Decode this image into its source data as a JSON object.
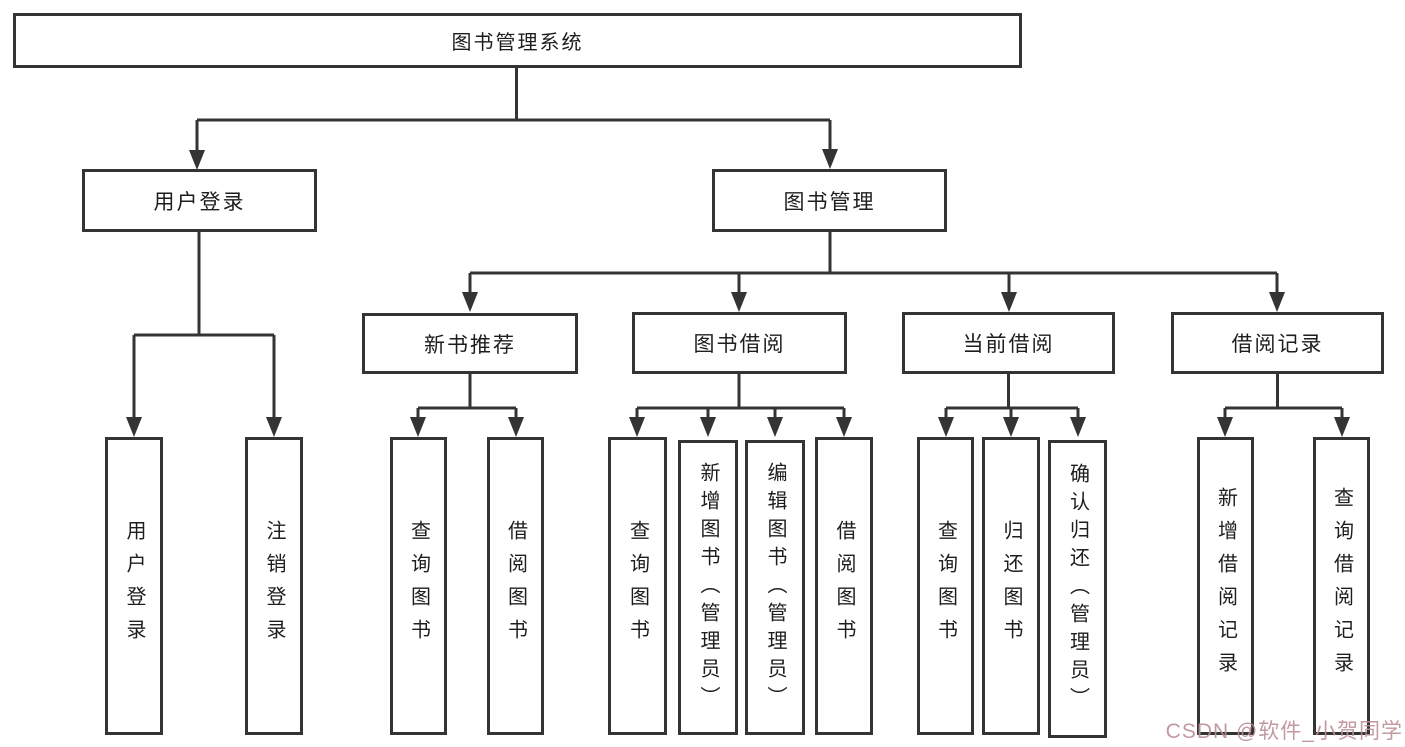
{
  "tree": {
    "label": "图书管理系统",
    "children": [
      {
        "label": "用户登录",
        "children": [
          {
            "label": "用户登录"
          },
          {
            "label": "注销登录"
          }
        ]
      },
      {
        "label": "图书管理",
        "children": [
          {
            "label": "新书推荐",
            "children": [
              {
                "label": "查询图书"
              },
              {
                "label": "借阅图书"
              }
            ]
          },
          {
            "label": "图书借阅",
            "children": [
              {
                "label": "查询图书"
              },
              {
                "label": "新增图书（管理员）"
              },
              {
                "label": "编辑图书（管理员）"
              },
              {
                "label": "借阅图书"
              }
            ]
          },
          {
            "label": "当前借阅",
            "children": [
              {
                "label": "查询图书"
              },
              {
                "label": "归还图书"
              },
              {
                "label": "确认归还（管理员）"
              }
            ]
          },
          {
            "label": "借阅记录",
            "children": [
              {
                "label": "新增借阅记录"
              },
              {
                "label": "查询借阅记录"
              }
            ]
          }
        ]
      }
    ]
  },
  "watermark": {
    "text": "CSDN @软件_小贺同学"
  },
  "colors": {
    "line": "#343434",
    "box_border": "#343434",
    "box_fill": "#ffffff",
    "text": "#1e1e1e",
    "watermark": "#bb8f95",
    "background": "#ffffff"
  }
}
